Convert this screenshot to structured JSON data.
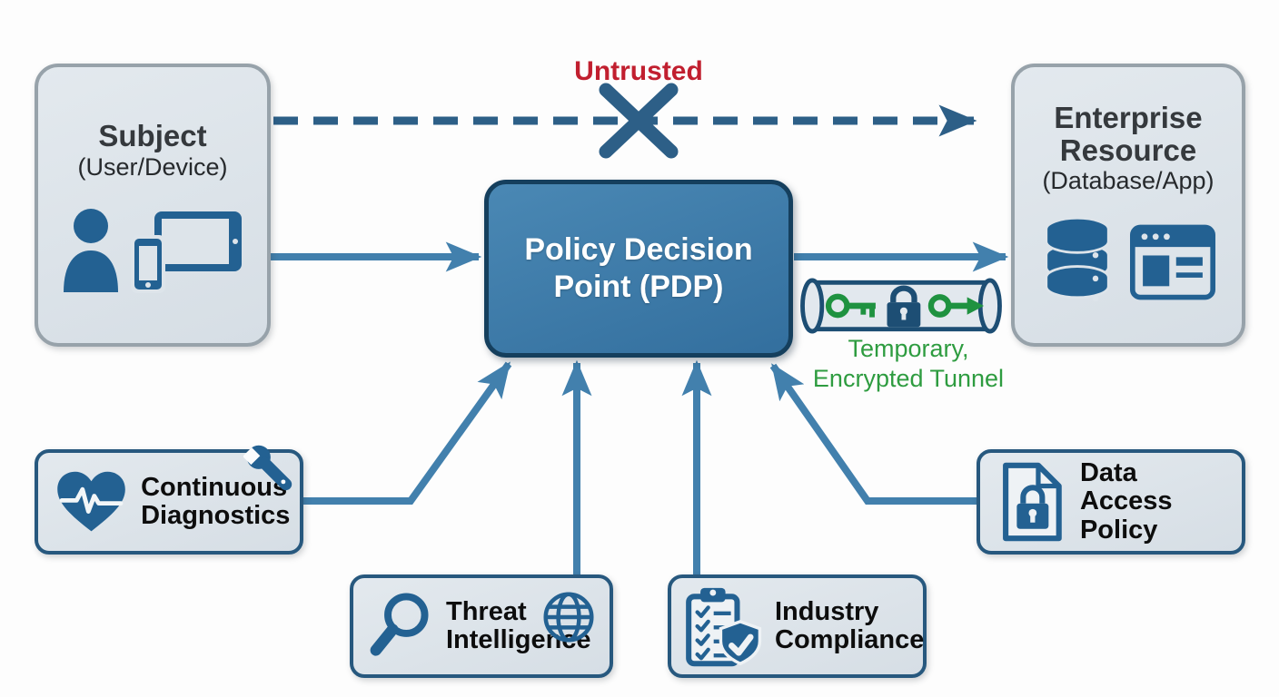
{
  "diagram_title": "Zero Trust Policy Decision Point diagram",
  "nodes": {
    "subject": {
      "title": "Subject",
      "subtitle": "(User/Device)",
      "icons": [
        "person-icon",
        "devices-icon"
      ]
    },
    "enterprise_resource": {
      "title": "Enterprise Resource",
      "subtitle": "(Database/App)",
      "icons": [
        "database-icon",
        "app-window-icon"
      ]
    },
    "pdp": {
      "label": "Policy Decision Point (PDP)"
    },
    "continuous_diagnostics": {
      "label": "Continuous Diagnostics",
      "icons": [
        "heart-ekg-icon",
        "wrench-icon"
      ]
    },
    "threat_intelligence": {
      "label": "Threat Intelligence",
      "icons": [
        "magnifier-icon",
        "globe-icon"
      ]
    },
    "industry_compliance": {
      "label": "Industry Compliance",
      "icons": [
        "clipboard-shield-icon"
      ]
    },
    "data_access_policy": {
      "label": "Data Access Policy",
      "icons": [
        "document-lock-icon"
      ]
    }
  },
  "annotations": {
    "untrusted": "Untrusted",
    "tunnel_line1": "Temporary,",
    "tunnel_line2": "Encrypted Tunnel",
    "tunnel_icons": [
      "key-icon",
      "padlock-icon",
      "session-arrow-icon"
    ]
  },
  "edges": [
    {
      "from": "subject",
      "to": "enterprise_resource",
      "style": "dashed-blocked",
      "label": "Untrusted"
    },
    {
      "from": "subject",
      "to": "pdp",
      "style": "solid-arrow"
    },
    {
      "from": "pdp",
      "to": "enterprise_resource",
      "style": "solid-arrow",
      "label": "Temporary, Encrypted Tunnel"
    },
    {
      "from": "continuous_diagnostics",
      "to": "pdp",
      "style": "solid-arrow"
    },
    {
      "from": "threat_intelligence",
      "to": "pdp",
      "style": "solid-arrow"
    },
    {
      "from": "industry_compliance",
      "to": "pdp",
      "style": "solid-arrow"
    },
    {
      "from": "data_access_policy",
      "to": "pdp",
      "style": "solid-arrow"
    }
  ],
  "colors": {
    "arrow_blue": "#4280ad",
    "dashed_blue": "#2d5f87",
    "node_fill": "#dde4ea",
    "node_border_gray": "#97a2aa",
    "node_border_blue": "#27587e",
    "pdp_fill": "#3b7cab",
    "pdp_border": "#153f5d",
    "icon_blue": "#236192",
    "tunnel_outline": "#1d4e74",
    "green": "#2e9c40",
    "red": "#c11f2f"
  }
}
